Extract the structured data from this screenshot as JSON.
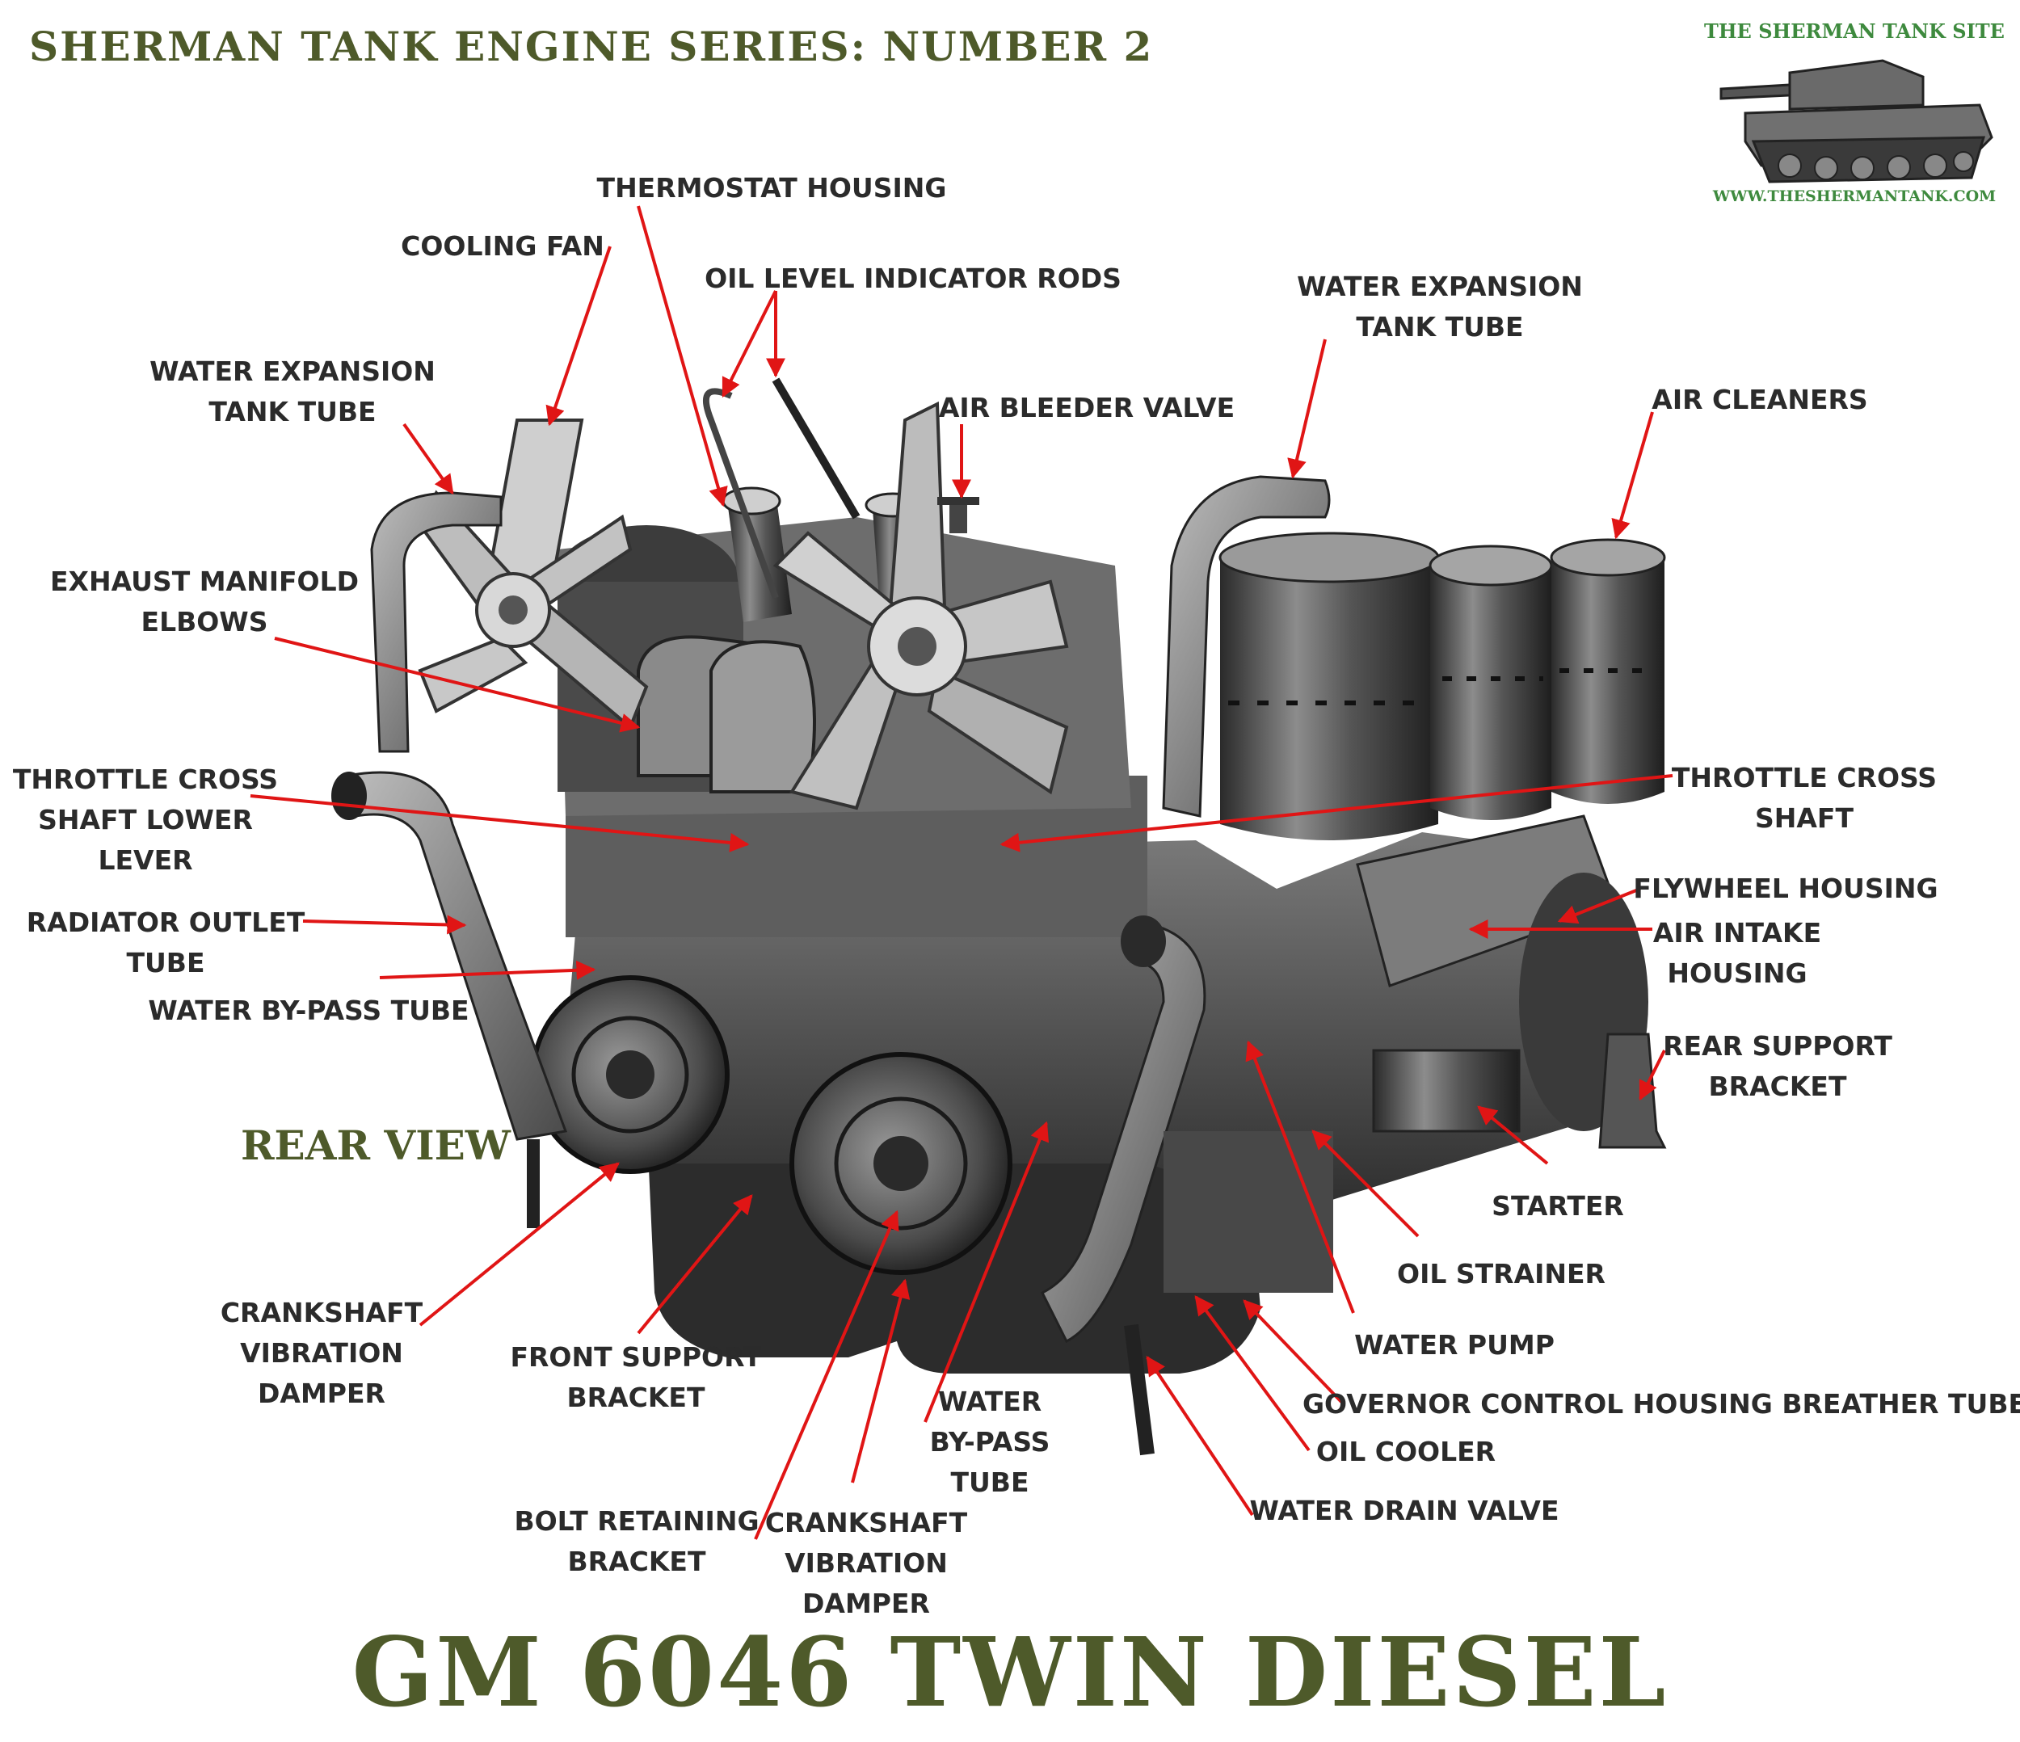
{
  "header": {
    "series_title": "SHERMAN TANK ENGINE SERIES: NUMBER 2",
    "main_title": "GM 6046 TWIN DIESEL",
    "view_label": "REAR VIEW"
  },
  "logo": {
    "site_name": "THE SHERMAN TANK SITE",
    "url": "WWW.THESHERMANTANK.COM"
  },
  "labels": {
    "thermostat_housing": "THERMOSTAT HOUSING",
    "cooling_fan": "COOLING FAN",
    "oil_level_indicator_rods": "OIL LEVEL INDICATOR RODS",
    "water_expansion_tank_tube_left": [
      "WATER EXPANSION",
      "TANK TUBE"
    ],
    "water_expansion_tank_tube_right": [
      "WATER EXPANSION",
      "TANK TUBE"
    ],
    "air_bleeder_valve": "AIR BLEEDER VALVE",
    "air_cleaners": "AIR CLEANERS",
    "exhaust_manifold_elbows": [
      "EXHAUST MANIFOLD",
      "ELBOWS"
    ],
    "throttle_cross_shaft_lower_lever": [
      "THROTTLE CROSS",
      "SHAFT LOWER",
      "LEVER"
    ],
    "throttle_cross_shaft": [
      "THROTTLE CROSS",
      "SHAFT"
    ],
    "flywheel_housing": "FLYWHEEL HOUSING",
    "air_intake_housing": [
      "AIR INTAKE",
      "HOUSING"
    ],
    "radiator_outlet_tube": [
      "RADIATOR OUTLET",
      "TUBE"
    ],
    "water_bypass_tube_left": "WATER BY-PASS TUBE",
    "rear_support_bracket": [
      "REAR SUPPORT",
      "BRACKET"
    ],
    "starter": "STARTER",
    "oil_strainer": "OIL STRAINER",
    "water_pump": "WATER PUMP",
    "governor_breather_tube": "GOVERNOR CONTROL HOUSING BREATHER TUBE",
    "oil_cooler": "OIL COOLER",
    "water_drain_valve": "WATER DRAIN VALVE",
    "crankshaft_vibration_damper_left": [
      "CRANKSHAFT",
      "VIBRATION",
      "DAMPER"
    ],
    "front_support_bracket": [
      "FRONT SUPPORT",
      "BRACKET"
    ],
    "water_bypass_tube_center": [
      "WATER",
      "BY-PASS",
      "TUBE"
    ],
    "bolt_retaining_bracket": [
      "BOLT RETAINING",
      "BRACKET"
    ],
    "crankshaft_vibration_damper_center": [
      "CRANKSHAFT",
      "VIBRATION",
      "DAMPER"
    ]
  },
  "colors": {
    "title_olive": "#4e5a2a",
    "logo_green": "#3e8a3e",
    "leader_red": "#e01515",
    "label_text": "#2b2b2b"
  }
}
